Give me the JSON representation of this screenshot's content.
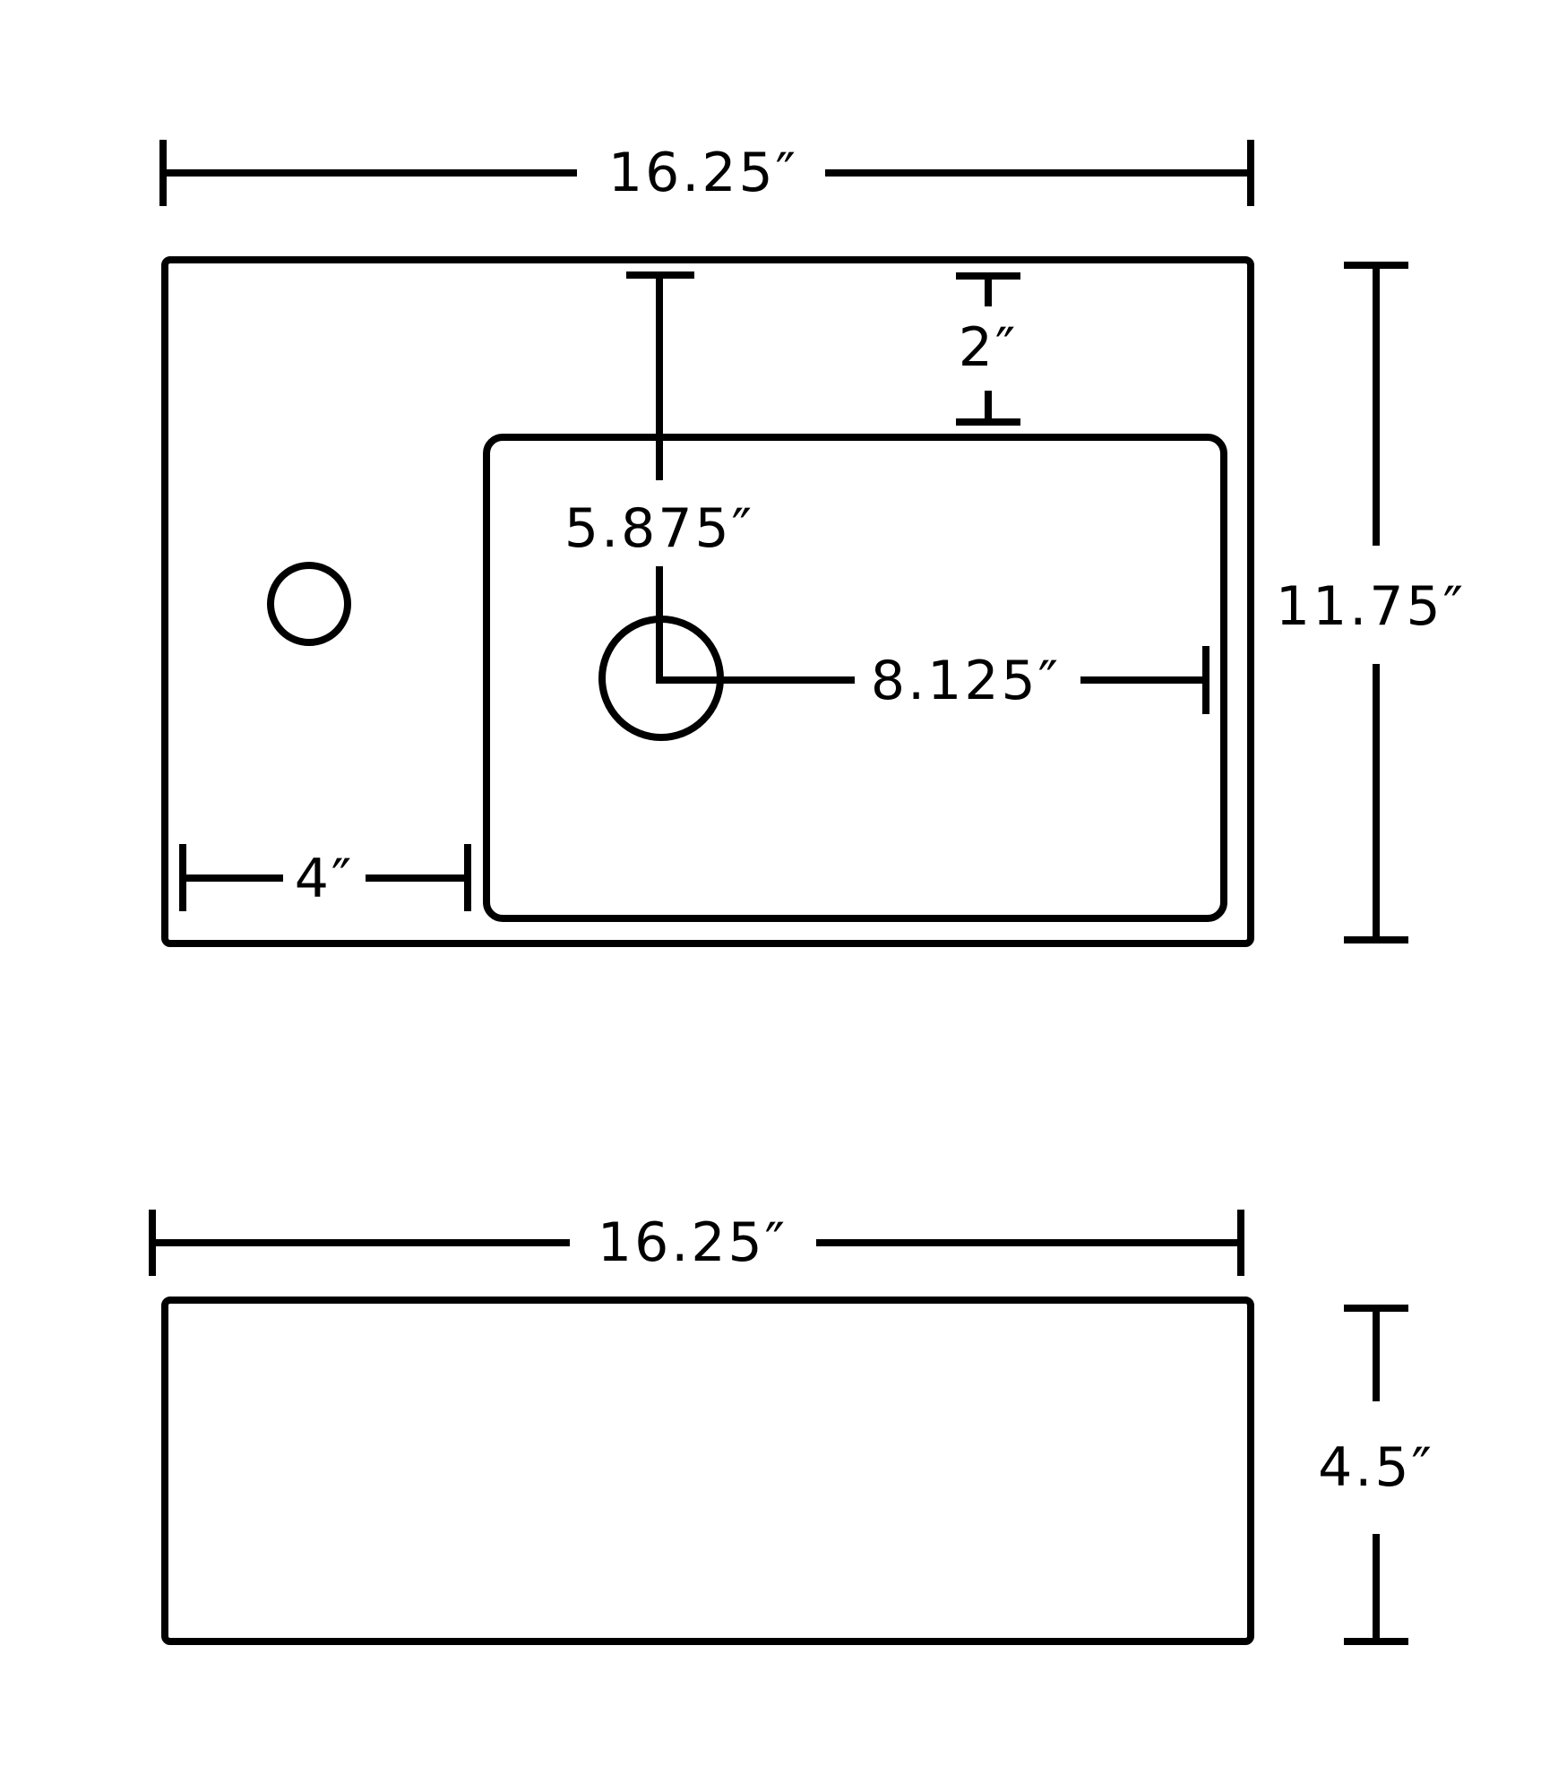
{
  "colors": {
    "line": "#000000",
    "background": "#ffffff"
  },
  "top_view": {
    "overall_width": "16.25″",
    "overall_depth": "11.75″",
    "bowl_back_offset": "2″",
    "drain_from_back": "5.875″",
    "drain_from_right": "8.125″",
    "deck_width": "4″"
  },
  "side_view": {
    "overall_width": "16.25″",
    "height": "4.5″"
  }
}
